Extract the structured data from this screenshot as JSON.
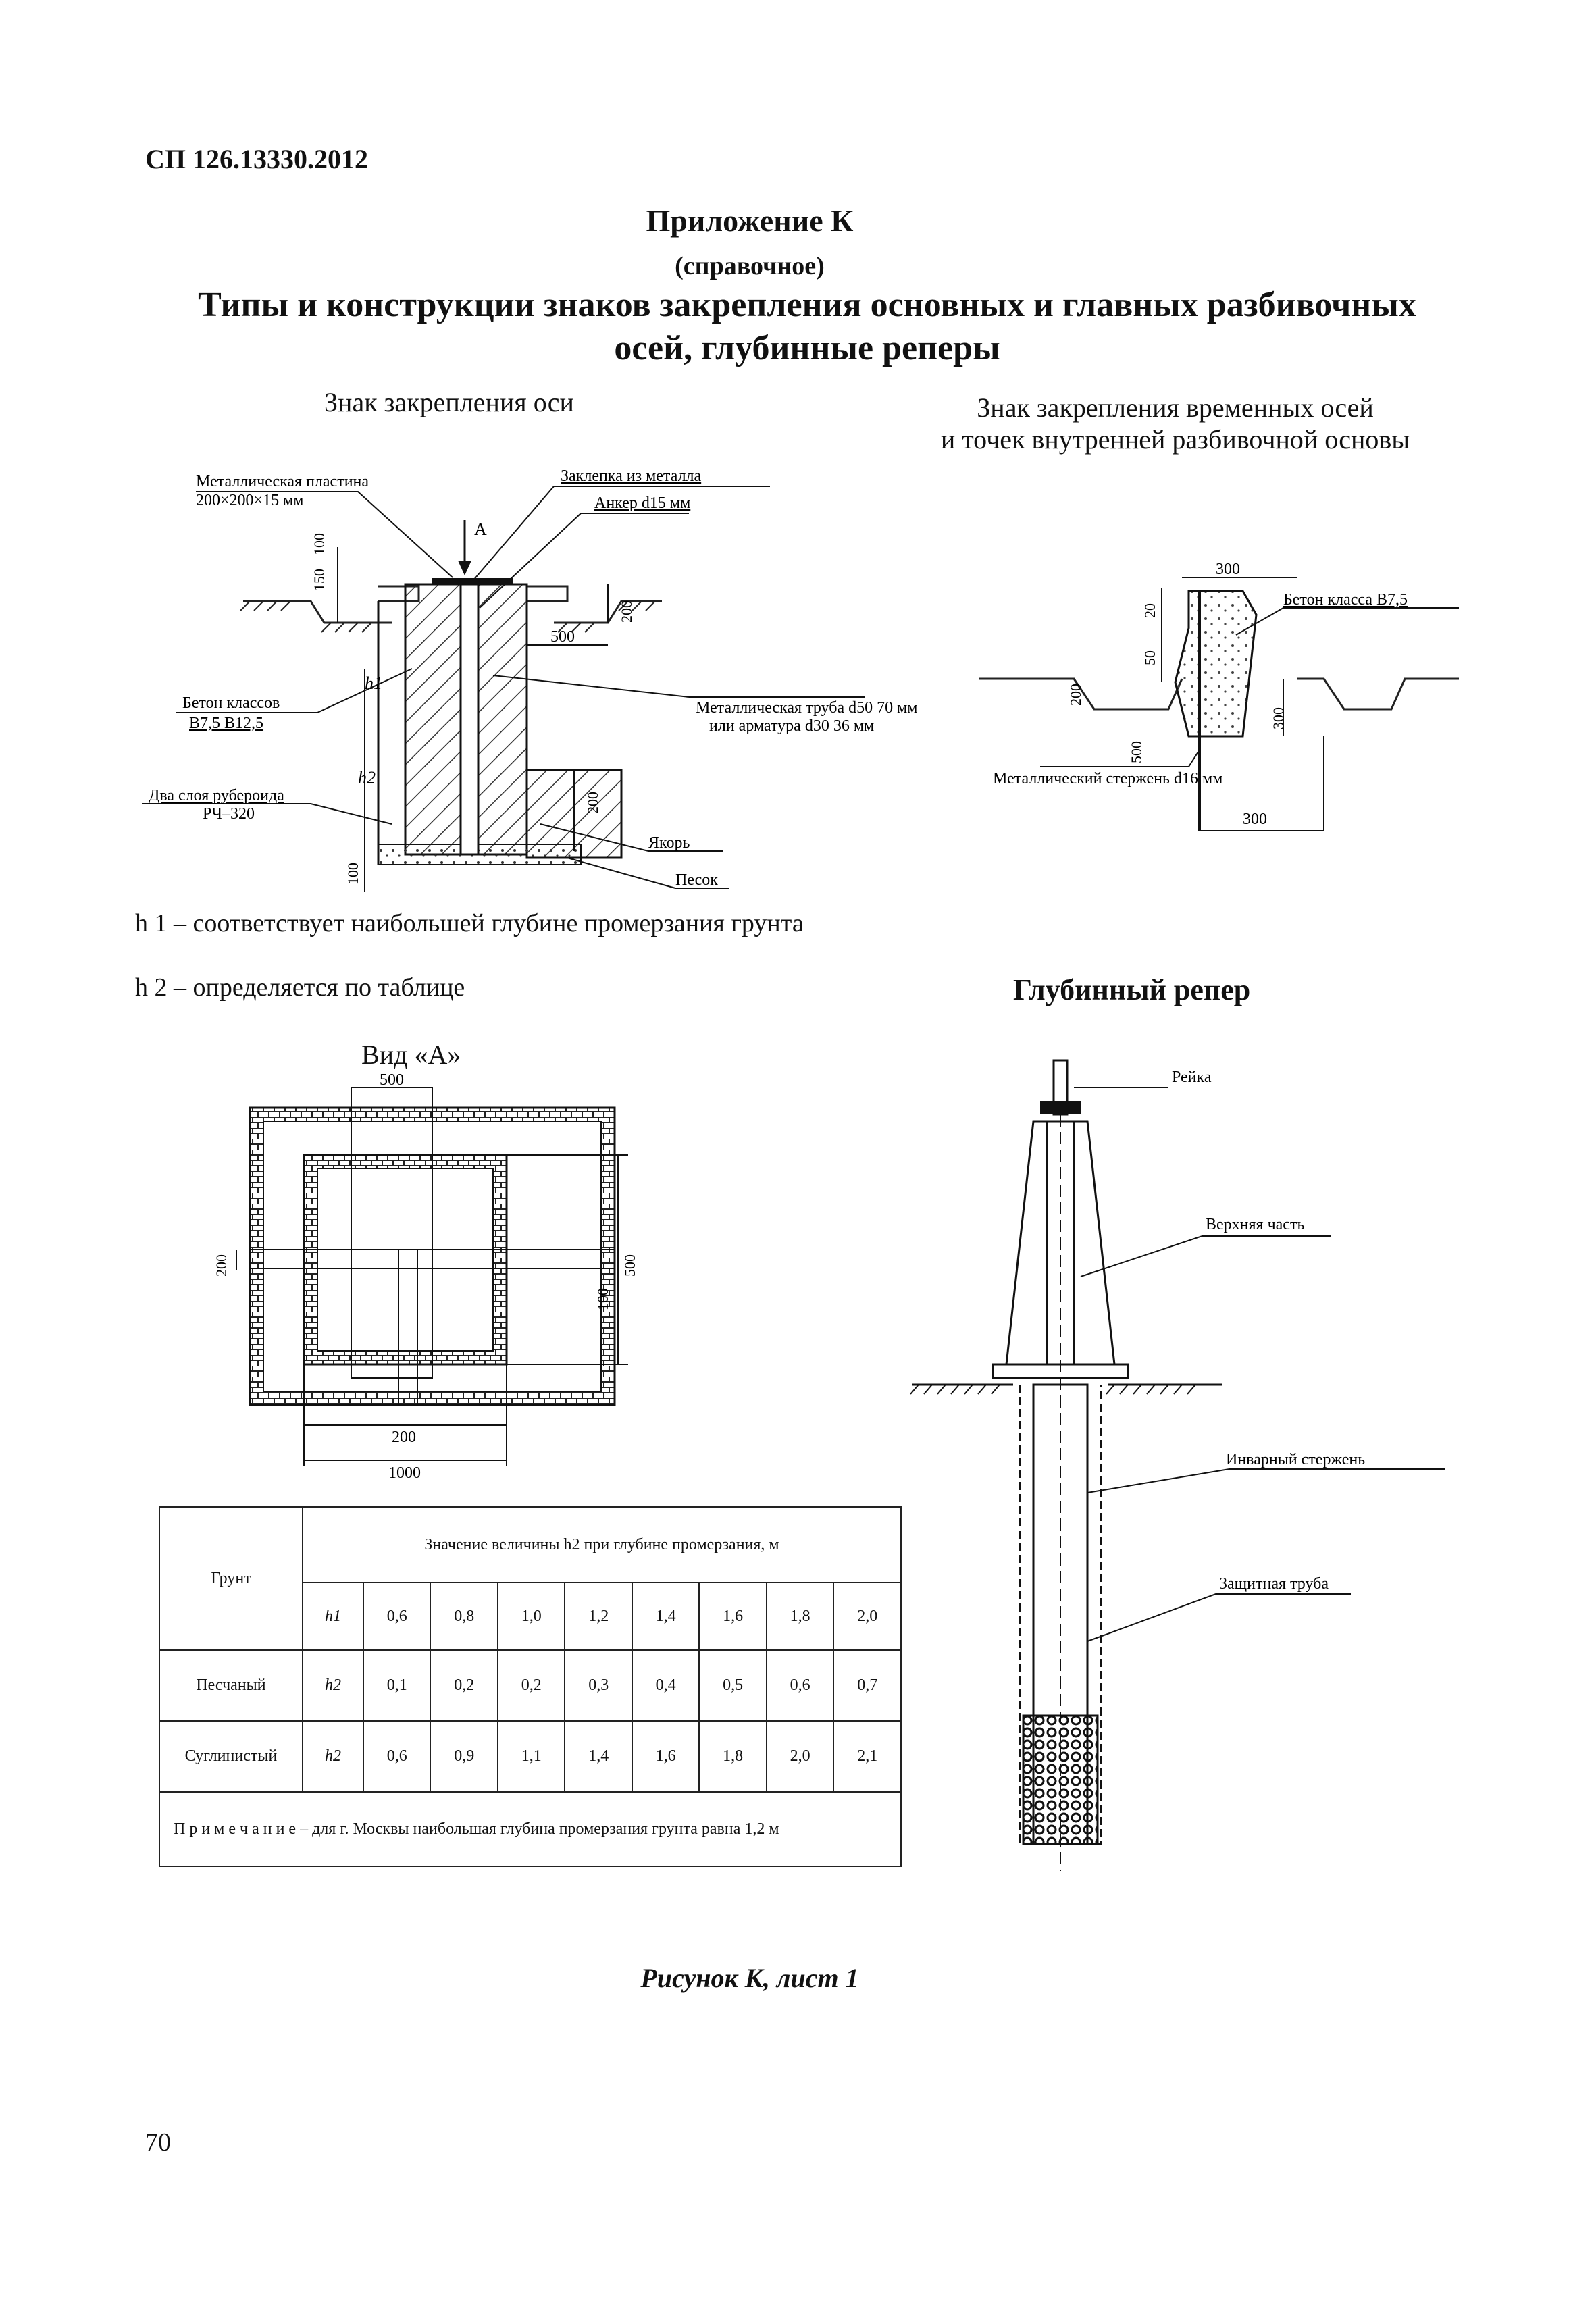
{
  "header": {
    "doc_code": "СП 126.13330.2012",
    "appendix_title": "Приложение К",
    "appendix_sub": "(справочное)",
    "main_title_line1": "Типы и конструкции знаков закрепления основных и главных разбивочных",
    "main_title_line2": "осей, глубинные реперы"
  },
  "fig_axis": {
    "caption": "Знак закрепления оси",
    "labels": {
      "plate1": "Металлическая пластина",
      "plate2": "200×200×15 мм",
      "rivet": "Заклепка из металла",
      "anchor": "Анкер d15 мм",
      "arrow": "А",
      "concrete1": "Бетон классов",
      "concrete2": "В7,5  В12,5",
      "pipe1": "Металлическая труба d50  70 мм",
      "pipe2": "или арматура d30  36 мм",
      "roof1": "Два слоя рубероида",
      "roof2": "РЧ–320",
      "yakor": "Якорь",
      "sand": "Песок",
      "h1": "h1",
      "h2": "h2",
      "d150": "150",
      "d100": "100",
      "d200": "200",
      "d500": "500",
      "d200b": "200",
      "d100b": "100"
    }
  },
  "fig_temp": {
    "caption1": "Знак закрепления временных осей",
    "caption2": "и точек внутренней разбивочной основы",
    "labels": {
      "concrete": "Бетон класса В7,5",
      "rod": "Металлический стержень d16 мм",
      "d300top": "300",
      "d300bot": "300",
      "d20": "20",
      "d50": "50",
      "d200": "200",
      "d300side": "300",
      "d500": "500"
    }
  },
  "notes": {
    "h1_note": "h 1 – соответствует наибольшей  глубине промерзания грунта",
    "h2_note": "h 2 – определяется по таблице"
  },
  "view_a": {
    "caption": "Вид «А»",
    "d500top": "500",
    "d500right": "500",
    "d100right": "100",
    "d200left": "200",
    "d200bot": "200",
    "d1000": "1000"
  },
  "deep_benchmark": {
    "title": "Глубинный репер",
    "labels": {
      "staff": "Рейка",
      "upper": "Верхняя часть",
      "invar": "Инварный стержень",
      "tube": "Защитная труба"
    }
  },
  "table": {
    "soil_header": "Грунт",
    "value_header": "Значение величины h2 при глубине промерзания, м",
    "h1_label": "h1",
    "depths": [
      "0,6",
      "0,8",
      "1,0",
      "1,2",
      "1,4",
      "1,6",
      "1,8",
      "2,0"
    ],
    "rows": [
      {
        "soil": "Песчаный",
        "param": "h2",
        "values": [
          "0,1",
          "0,2",
          "0,2",
          "0,3",
          "0,4",
          "0,5",
          "0,6",
          "0,7"
        ]
      },
      {
        "soil": "Суглинистый",
        "param": "h2",
        "values": [
          "0,6",
          "0,9",
          "1,1",
          "1,4",
          "1,6",
          "1,8",
          "2,0",
          "2,1"
        ]
      }
    ],
    "note": "П р и м е ч а н и е  – для г. Москвы наибольшая глубина промерзания грунта равна 1,2 м"
  },
  "figure_caption": "Рисунок К, лист 1",
  "page_number": "70"
}
